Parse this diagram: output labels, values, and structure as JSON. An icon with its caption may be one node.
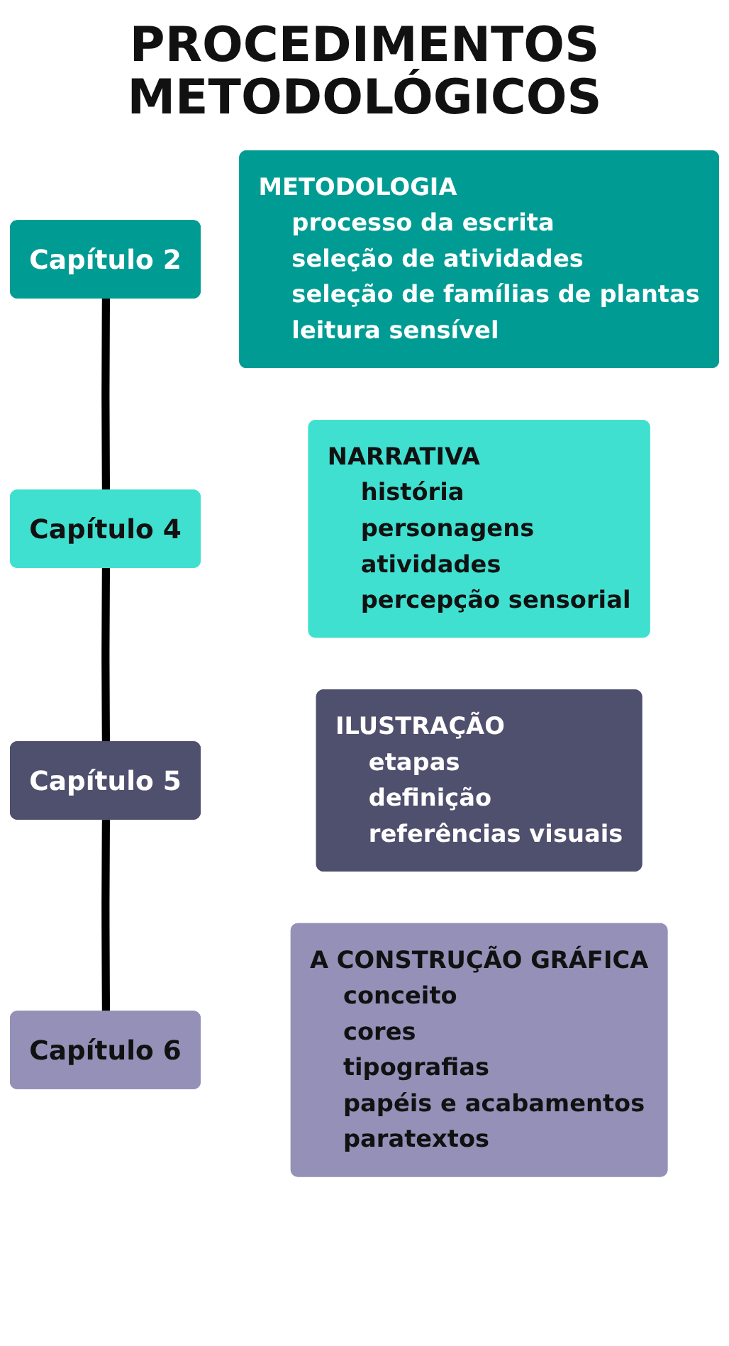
{
  "diagram": {
    "title": "PROCEDIMENTOS METODOLÓGICOS",
    "nodes": [
      {
        "text": [
          "Capítulo 2"
        ]
      },
      {
        "text": [
          "METODOLOGIA",
          "processo da escrita",
          "seleção de atividades",
          "seleção de famílias de plantas",
          "leitura sensível"
        ]
      },
      {
        "text": [
          "Capítulo 4"
        ]
      },
      {
        "text": [
          "NARRATIVA",
          "história",
          "personagens",
          "atividades",
          "percepção sensorial"
        ]
      },
      {
        "text": [
          "Capítulo 5"
        ]
      },
      {
        "text": [
          "ILUSTRAÇÃO",
          "etapas",
          "definição",
          "referências visuais"
        ]
      },
      {
        "text": [
          "Capítulo 6"
        ]
      },
      {
        "text": [
          "A CONSTRUÇÃO GRÁFICA",
          "conceito",
          "cores",
          "tipografias",
          "papéis e acabamentos",
          "paratextos"
        ]
      }
    ],
    "edges": [
      {
        "from": 0,
        "to": 2,
        "arrow": "none"
      },
      {
        "from": 2,
        "to": 4,
        "arrow": "none"
      },
      {
        "from": 4,
        "to": 6,
        "arrow": "none"
      }
    ]
  }
}
